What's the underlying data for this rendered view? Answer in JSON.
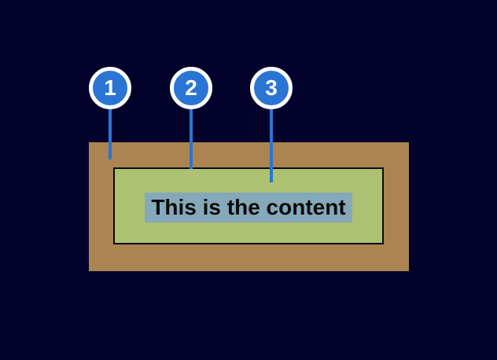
{
  "diagram": {
    "content_text": "This is the content",
    "callouts": [
      {
        "number": "1",
        "target": "outer-box-region"
      },
      {
        "number": "2",
        "target": "inner-box-region"
      },
      {
        "number": "3",
        "target": "content-text"
      }
    ],
    "colors": {
      "background": "#03022a",
      "outer_box": "#ab8452",
      "inner_box": "#aec173",
      "inner_box_border": "#0a0a0a",
      "content_highlight": "#85a9ba",
      "callout_blue": "#2a75d3",
      "callout_ring": "#ffffff",
      "callout_number": "#ffffff",
      "text": "#0a0a0a"
    }
  }
}
